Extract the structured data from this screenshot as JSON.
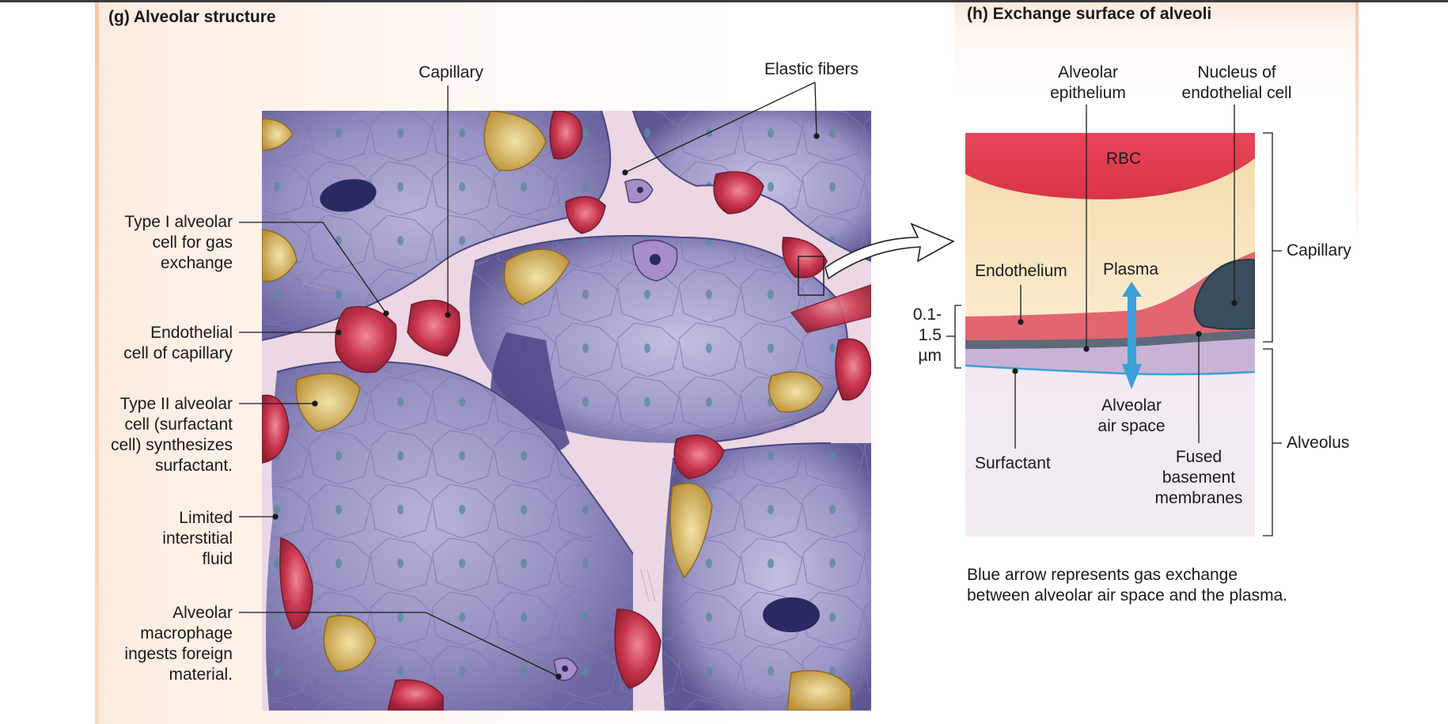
{
  "panel_g": {
    "title": "(g) Alveolar structure",
    "labels": {
      "capillary": "Capillary",
      "elastic_fibers": "Elastic fibers",
      "type1_l1": "Type I alveolar",
      "type1_l2": "cell for gas",
      "type1_l3": "exchange",
      "endo_l1": "Endothelial",
      "endo_l2": "cell of capillary",
      "type2_l1": "Type II alveolar",
      "type2_l2": "cell (surfactant",
      "type2_l3": "cell) synthesizes",
      "type2_l4": "surfactant.",
      "limited_l1": "Limited",
      "limited_l2": "interstitial",
      "limited_l3": "fluid",
      "macro_l1": "Alveolar",
      "macro_l2": "macrophage",
      "macro_l3": "ingests foreign",
      "macro_l4": "material."
    }
  },
  "panel_h": {
    "title": "(h) Exchange surface of alveoli",
    "labels": {
      "alv_epi_l1": "Alveolar",
      "alv_epi_l2": "epithelium",
      "nucleus_l1": "Nucleus of",
      "nucleus_l2": "endothelial cell",
      "rbc": "RBC",
      "endothelium": "Endothelium",
      "plasma": "Plasma",
      "capillary": "Capillary",
      "thickness_l1": "0.1-",
      "thickness_l2": "1.5",
      "thickness_l3": "µm",
      "air_l1": "Alveolar",
      "air_l2": "air space",
      "alveolus": "Alveolus",
      "surfactant": "Surfactant",
      "fused_l1": "Fused",
      "fused_l2": "basement",
      "fused_l3": "membranes"
    },
    "caption_l1": "Blue arrow represents gas exchange",
    "caption_l2": "between alveolar air space and the plasma."
  },
  "colors": {
    "alveolar_purple": "#8a86b8",
    "rbc_red": "#c8384f",
    "plasma_tan": "#f6dfb4",
    "gas_arrow_blue": "#3b9fd8",
    "type2_gold": "#cda74a"
  }
}
